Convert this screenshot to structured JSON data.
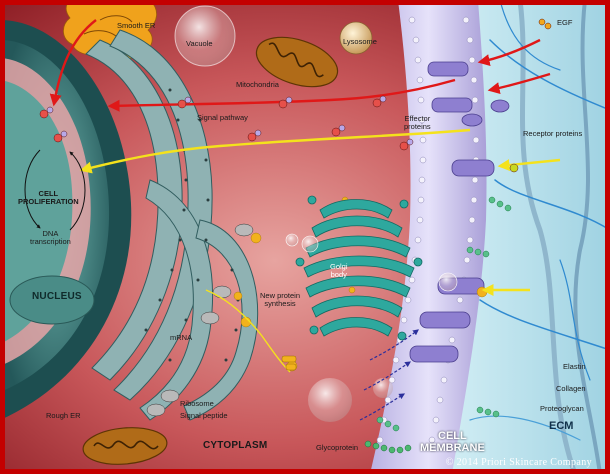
{
  "diagram": {
    "labels": {
      "smooth_er": "Smooth ER",
      "vacuole": "Vacuole",
      "lysosome": "Lysosome",
      "egf": "EGF",
      "mitochondria": "Mitochondria",
      "signal_pathway": "Signal pathway",
      "effector_proteins": "Effector\nproteins",
      "receptor_proteins": "Receptor proteins",
      "cell_proliferation": "CELL\nPROLIFERATION",
      "dna_transcription": "DNA\ntranscription",
      "nucleus": "NUCLEUS",
      "golgi_body": "Golgi\nbody",
      "new_protein_synthesis": "New protein\nsynthesis",
      "mrna": "mRNA",
      "ribosome": "Ribosome",
      "signal_peptide": "Signal peptide",
      "rough_er": "Rough ER",
      "cytoplasm": "CYTOPLASM",
      "glycoprotein": "Glycoprotein",
      "cell_membrane": "CELL\nMEMBRANE",
      "ecm": "ECM",
      "elastin": "Elastin",
      "collagen": "Collagen",
      "proteoglycan": "Proteoglycan",
      "copyright": "© 2014 Priori Skincare Company"
    },
    "colors": {
      "frame": "#c40000",
      "cytoplasm": "#b3353a",
      "cytoplasm_light": "#e7a4a0",
      "nucleus": "#3d7f7d",
      "er": "#9bbcbc",
      "membrane": "#c8c2e8",
      "ecm": "#bfe3ee",
      "golgi": "#2ea89e",
      "mitochondria": "#b06b18",
      "smooth_er": "#f0a21c",
      "signal_red": "#e01818",
      "signal_yellow": "#f4e21c"
    }
  }
}
